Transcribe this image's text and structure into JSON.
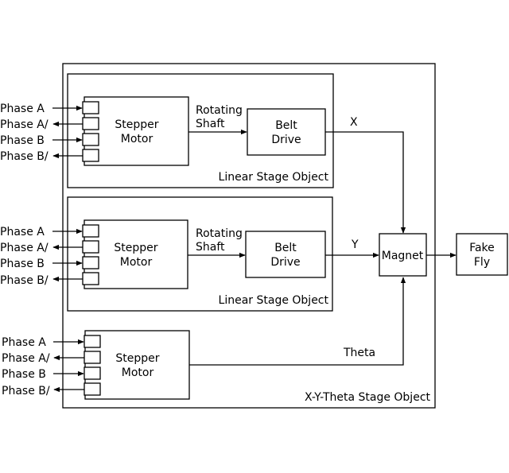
{
  "outer_stage": {
    "label": "X-Y-Theta Stage Object"
  },
  "linear_stages": [
    {
      "label": "Linear Stage Object",
      "motor": {
        "line1": "Stepper",
        "line2": "Motor"
      },
      "shaft": {
        "line1": "Rotating",
        "line2": "Shaft"
      },
      "drive": {
        "line1": "Belt",
        "line2": "Drive"
      },
      "output": "X",
      "phases": [
        "Phase A",
        "Phase A/",
        "Phase B",
        "Phase B/"
      ]
    },
    {
      "label": "Linear Stage Object",
      "motor": {
        "line1": "Stepper",
        "line2": "Motor"
      },
      "shaft": {
        "line1": "Rotating",
        "line2": "Shaft"
      },
      "drive": {
        "line1": "Belt",
        "line2": "Drive"
      },
      "output": "Y",
      "phases": [
        "Phase A",
        "Phase A/",
        "Phase B",
        "Phase B/"
      ]
    }
  ],
  "theta_motor": {
    "motor": {
      "line1": "Stepper",
      "line2": "Motor"
    },
    "output": "Theta",
    "phases": [
      "Phase A",
      "Phase A/",
      "Phase B",
      "Phase B/"
    ]
  },
  "magnet": {
    "label": "Magnet"
  },
  "fake_fly": {
    "line1": "Fake",
    "line2": "Fly"
  }
}
